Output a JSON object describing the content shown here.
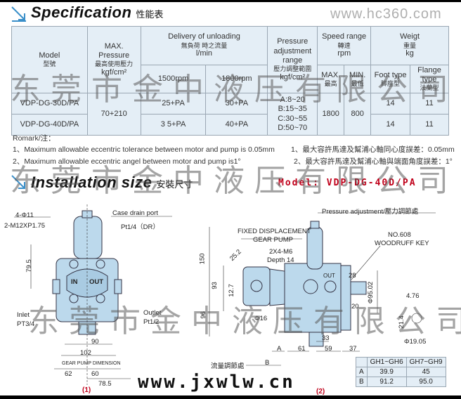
{
  "spec": {
    "title_en": "Specification",
    "title_zh": "性能表",
    "headers": {
      "model": "Model",
      "model_zh": "型號",
      "max_pressure": "MAX. Pressure",
      "max_pressure_zh": "最高使用壓力",
      "max_pressure_unit": "kgf/cm²",
      "delivery": "Delivery of unloading",
      "delivery_zh": "無負荷 時之流量",
      "delivery_unit": "l/min",
      "rpm1500": "1500rpm",
      "rpm1800": "1800rpm",
      "pressure_adj": "Pressure adjustment range",
      "pressure_adj_zh": "壓力調整範圍",
      "pressure_adj_unit": "kgf/cm²",
      "speed": "Speed range",
      "speed_zh": "轉速",
      "speed_unit": "rpm",
      "max": "MAX.",
      "max_zh": "最高",
      "min": "MIN.",
      "min_zh": "最低",
      "weight": "Weigt",
      "weight_zh": "重量",
      "weight_unit": "kg",
      "foot": "Foot type",
      "foot_zh": "脚座型",
      "flange": "Flange type",
      "flange_zh": "法蘭型"
    },
    "rows": [
      {
        "model": "VDP-DG-30D/PA",
        "d1500": "25+PA",
        "d1800": "30+PA",
        "foot": "14",
        "flange": "11"
      },
      {
        "model": "VDP-DG-40D/PA",
        "d1500": "3 5+PA",
        "d1800": "40+PA",
        "foot": "14",
        "flange": "11"
      }
    ],
    "max_pressure": "70+210",
    "pressure_ranges": [
      "A:8~20",
      "B:15~35",
      "C:30~55",
      "D:50~70"
    ],
    "speed_max": "1800",
    "speed_min": "800"
  },
  "remark": {
    "title": "Romark/注：",
    "items": [
      {
        "en": "1、Maximum allowable eccentric tolerance between motor and pump is 0.05mm",
        "zh": "1、最大容許馬達及幫浦心軸同心度誤差：0.05mm"
      },
      {
        "en": "2、Maximum allowable eccentric angel between motor and pump is1°",
        "zh": "2、最大容許馬達及幫浦心軸與端面角度誤差：1°"
      }
    ]
  },
  "install": {
    "title_en": "Installation size",
    "title_zh": "安裝尺寸",
    "model": "Model: VDP-DG-40D/PA"
  },
  "fig1": {
    "caption": "(1)",
    "labels": {
      "holes": "4-Φ11",
      "thread": "2-M12XP1.75",
      "drain": "Case drain port",
      "drain_size": "Pt1/4（DR）",
      "inlet": "Inlet",
      "inlet_size": "PT3/4",
      "outlet": "Outlet",
      "outlet_size": "Pt1/2",
      "in": "IN",
      "out": "OUT",
      "gear_dim": "GEAR PUMP DIMENSION"
    },
    "dims": {
      "h1": "79.5",
      "w90": "90",
      "w102": "102",
      "w62": "62",
      "w60": "60",
      "w78": "78.5"
    }
  },
  "fig2": {
    "caption": "(2)",
    "labels": {
      "pressure_adj": "Pressure adjustment/壓力調節處",
      "fixed": "FIXED DISPLACEMENT",
      "gear_pump": "GEAR PUMP",
      "bolts": "2X4-M6",
      "depth": "Depth 14",
      "key": "NO.608",
      "key2": "WOODRUFF KEY",
      "flow": "流量調節處",
      "out": "OUT"
    },
    "dims": {
      "h150": "150",
      "h93": "93",
      "h96": "96",
      "d252": "25.2",
      "d127": "12.7",
      "phi16": "Φ16",
      "d28": "28",
      "d20": "20",
      "phi95": "Φ95.02",
      "d476": "4.76",
      "d214": "21.4",
      "phi1905": "Φ19.05",
      "d33": "33",
      "a": "A",
      "d61": "61",
      "d59": "59",
      "d37": "37",
      "b": "B"
    },
    "table": {
      "headers": [
        "",
        "GH1~GH6",
        "GH7~GH9"
      ],
      "rows": [
        [
          "A",
          "39.9",
          "45"
        ],
        [
          "B",
          "91.2",
          "95.0"
        ]
      ]
    }
  },
  "watermark": {
    "company": "东莞市金中液压有限公司",
    "site": "www.jxwlw.cn",
    "site2": "www.hc360.com"
  }
}
